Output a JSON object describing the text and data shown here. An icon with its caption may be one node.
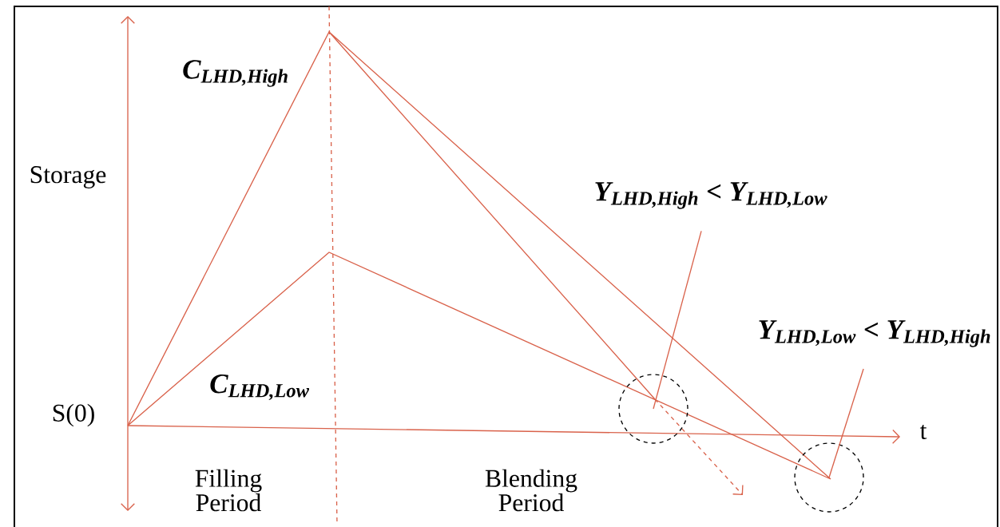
{
  "diagram": {
    "nodes": [
      {
        "text": [
          "Y$_{LHD,High}$ < Y$_{LHD,Low}$"
        ]
      },
      {
        "text": [],
        "shape": "circle"
      },
      {
        "text": [
          "Y$_{LHD,Low}$ < Y$_{LHD,High}$"
        ]
      },
      {
        "text": [],
        "shape": "circle"
      }
    ],
    "edges": [
      {
        "from": 0,
        "to": 1,
        "arrow": "none"
      },
      {
        "from": 2,
        "to": 3,
        "arrow": "none"
      }
    ],
    "labels": [
      "C$_{LHD,High}$",
      "Storage",
      "C$_{LHD,Low}$",
      "S(0)",
      "t",
      "Filling Period",
      "Blending Period"
    ]
  }
}
